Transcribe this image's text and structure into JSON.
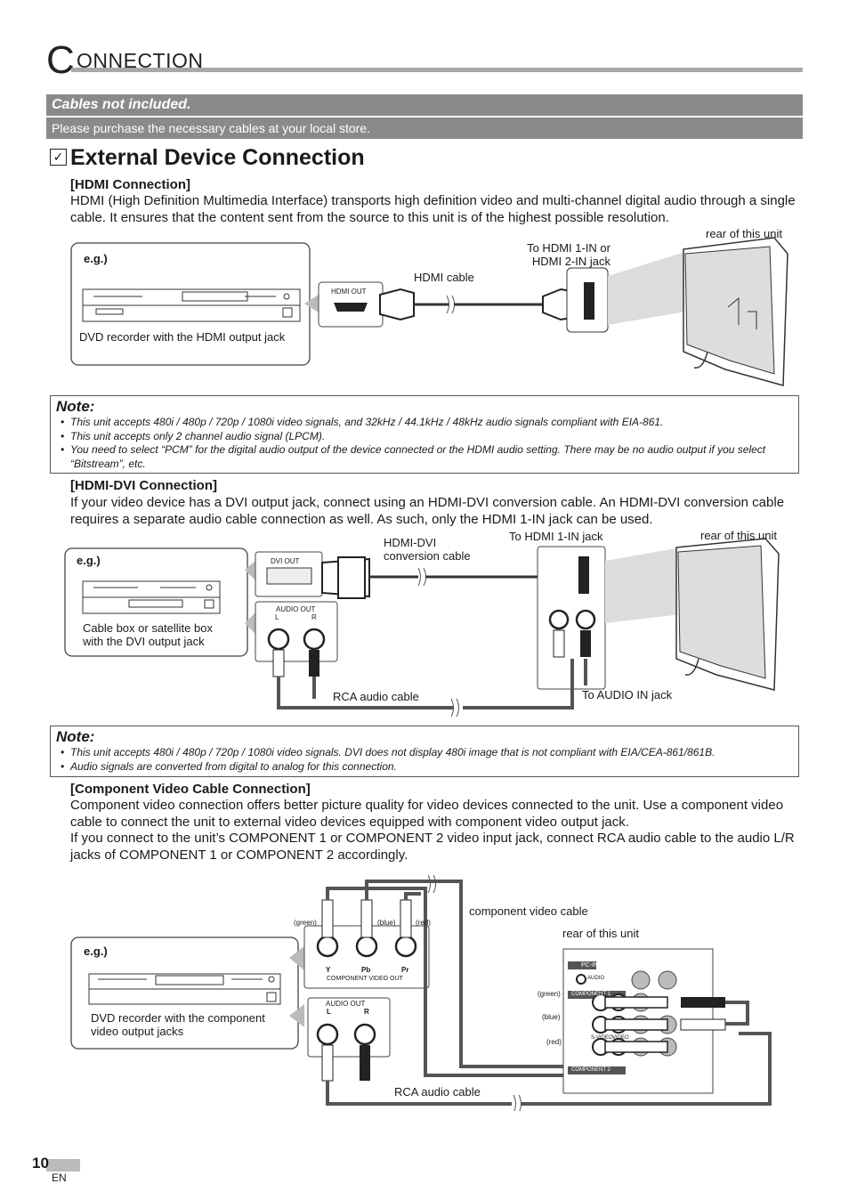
{
  "header": {
    "initial": "C",
    "rest": "ONNECTION"
  },
  "cables_bar": {
    "title": "Cables not included.",
    "subtitle": "Please purchase the necessary cables at your local store."
  },
  "section": {
    "check": "✓",
    "title": "External Device Connection"
  },
  "hdmi": {
    "heading": "[HDMI Connection]",
    "text": "HDMI (High Definition Multimedia Interface) transports high definition video and multi-channel digital audio through a single cable. It ensures that the content sent from the source to this unit is of the highest possible resolution.",
    "diagram": {
      "eg": "e.g.)",
      "device": "DVD recorder with the HDMI output jack",
      "jack_label": "HDMI OUT",
      "cable": "HDMI cable",
      "to": "To HDMI 1-IN or\nHDMI 2-IN jack",
      "rear": "rear of this unit"
    },
    "notes": {
      "title": "Note:",
      "items": [
        "This unit accepts 480i / 480p / 720p / 1080i video signals, and 32kHz / 44.1kHz / 48kHz audio signals compliant with EIA-861.",
        "This unit accepts only 2 channel audio signal (LPCM).",
        "You need to select “PCM” for the digital audio output of the device connected or the HDMI audio setting. There may be no audio output if you select “Bitstream”, etc."
      ]
    }
  },
  "dvi": {
    "heading": "[HDMI-DVI Connection]",
    "text": "If your video device has a DVI output jack, connect using an HDMI-DVI conversion cable. An HDMI-DVI conversion cable requires a separate audio cable connection as well. As such, only the HDMI 1-IN jack can be used.",
    "diagram": {
      "eg": "e.g.)",
      "device": "Cable box or satellite box\nwith the DVI output jack",
      "dvi_out": "DVI OUT",
      "audio_out": "AUDIO OUT",
      "l": "L",
      "r": "R",
      "cable": "HDMI-DVI\nconversion cable",
      "to_hdmi": "To HDMI 1-IN jack",
      "rear": "rear of this unit",
      "rca": "RCA audio cable",
      "to_audio": "To AUDIO IN jack"
    },
    "notes": {
      "title": "Note:",
      "items": [
        "This unit accepts 480i / 480p / 720p / 1080i video signals. DVI does not display 480i image that is not compliant with EIA/CEA-861/861B.",
        "Audio signals are converted from digital to analog for this connection."
      ]
    }
  },
  "component": {
    "heading": "[Component Video Cable Connection]",
    "text1": "Component video connection offers better picture quality for video devices connected to the unit. Use a component video cable to connect the unit to external video devices equipped with component video output jack.",
    "text2": "If you connect to the unit’s COMPONENT 1 or COMPONENT 2 video input jack, connect RCA audio cable to the audio L/R jacks of COMPONENT 1 or COMPONENT 2 accordingly.",
    "diagram": {
      "eg": "e.g.)",
      "device": "DVD recorder with the component\nvideo output jacks",
      "green": "(green)",
      "blue": "(blue)",
      "red": "(red)",
      "y": "Y",
      "pb": "Pb",
      "pr": "Pr",
      "comp_out": "COMPONENT VIDEO OUT",
      "audio_out": "AUDIO OUT",
      "l": "L",
      "r": "R",
      "cable": "component video cable",
      "rear": "rear of this unit",
      "rca": "RCA audio cable",
      "pc_in": "PC-IN",
      "audio": "AUDIO",
      "comp1": "COMPONENT 1",
      "comp2": "COMPONENT 2",
      "svideo": "S-VIDEO",
      "video": "VIDEO"
    }
  },
  "footer": {
    "page": "10",
    "lang": "EN"
  }
}
